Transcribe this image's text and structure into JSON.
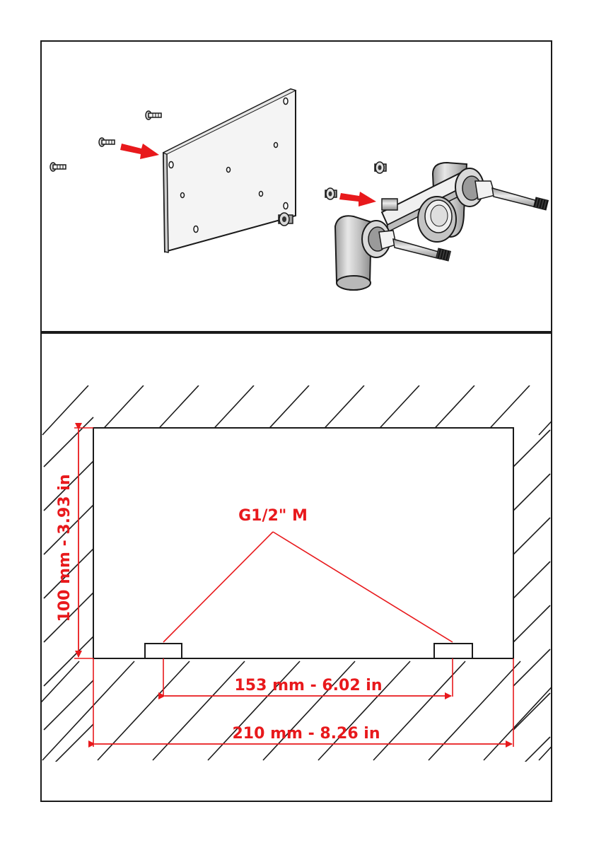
{
  "colors": {
    "ink": "#1a1a1a",
    "accent": "#e8191c",
    "paper": "#ffffff",
    "metal_light": "#e6e6e6",
    "metal_mid": "#c9c9c9",
    "metal_dark": "#8c8c8c"
  },
  "top_panel": {
    "parts": [
      "screw",
      "mounting-plate",
      "spacer-nut",
      "valve-body"
    ]
  },
  "bottom_panel": {
    "label_outlet": "G1/2\" M",
    "dim_height": "100 mm - 3.93 in",
    "dim_outlet_spacing": "153 mm - 6.02 in",
    "dim_width": "210 mm - 8.26 in"
  }
}
